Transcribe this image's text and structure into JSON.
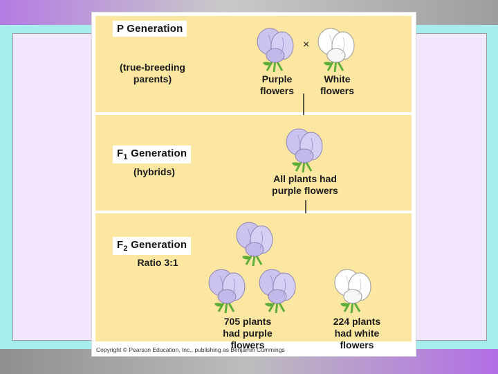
{
  "panels": {
    "p": {
      "title": "P Generation",
      "subtitle_line1": "(true-breeding",
      "subtitle_line2": "parents)",
      "cross_symbol": "×",
      "left_caption_line1": "Purple",
      "left_caption_line2": "flowers",
      "right_caption_line1": "White",
      "right_caption_line2": "flowers"
    },
    "f1": {
      "title_letter": "F",
      "title_sub": "1",
      "title_rest": " Generation",
      "subtitle": "(hybrids)",
      "caption_line1": "All plants had",
      "caption_line2": "purple flowers"
    },
    "f2": {
      "title_letter": "F",
      "title_sub": "2",
      "title_rest": " Generation",
      "ratio": "Ratio 3:1",
      "left_caption_line1": "705 plants",
      "left_caption_line2": "had purple",
      "left_caption_line3": "flowers",
      "right_caption_line1": "224 plants",
      "right_caption_line2": "had white",
      "right_caption_line3": "flowers"
    }
  },
  "copyright": "Copyright © Pearson Education, Inc., publishing as Benjamin Cummings",
  "colors": {
    "panel_fill": "#fbe6a2",
    "purple_flower": "#cbc3ef",
    "white_flower": "#ffffff",
    "leaf": "#5fae3a"
  }
}
